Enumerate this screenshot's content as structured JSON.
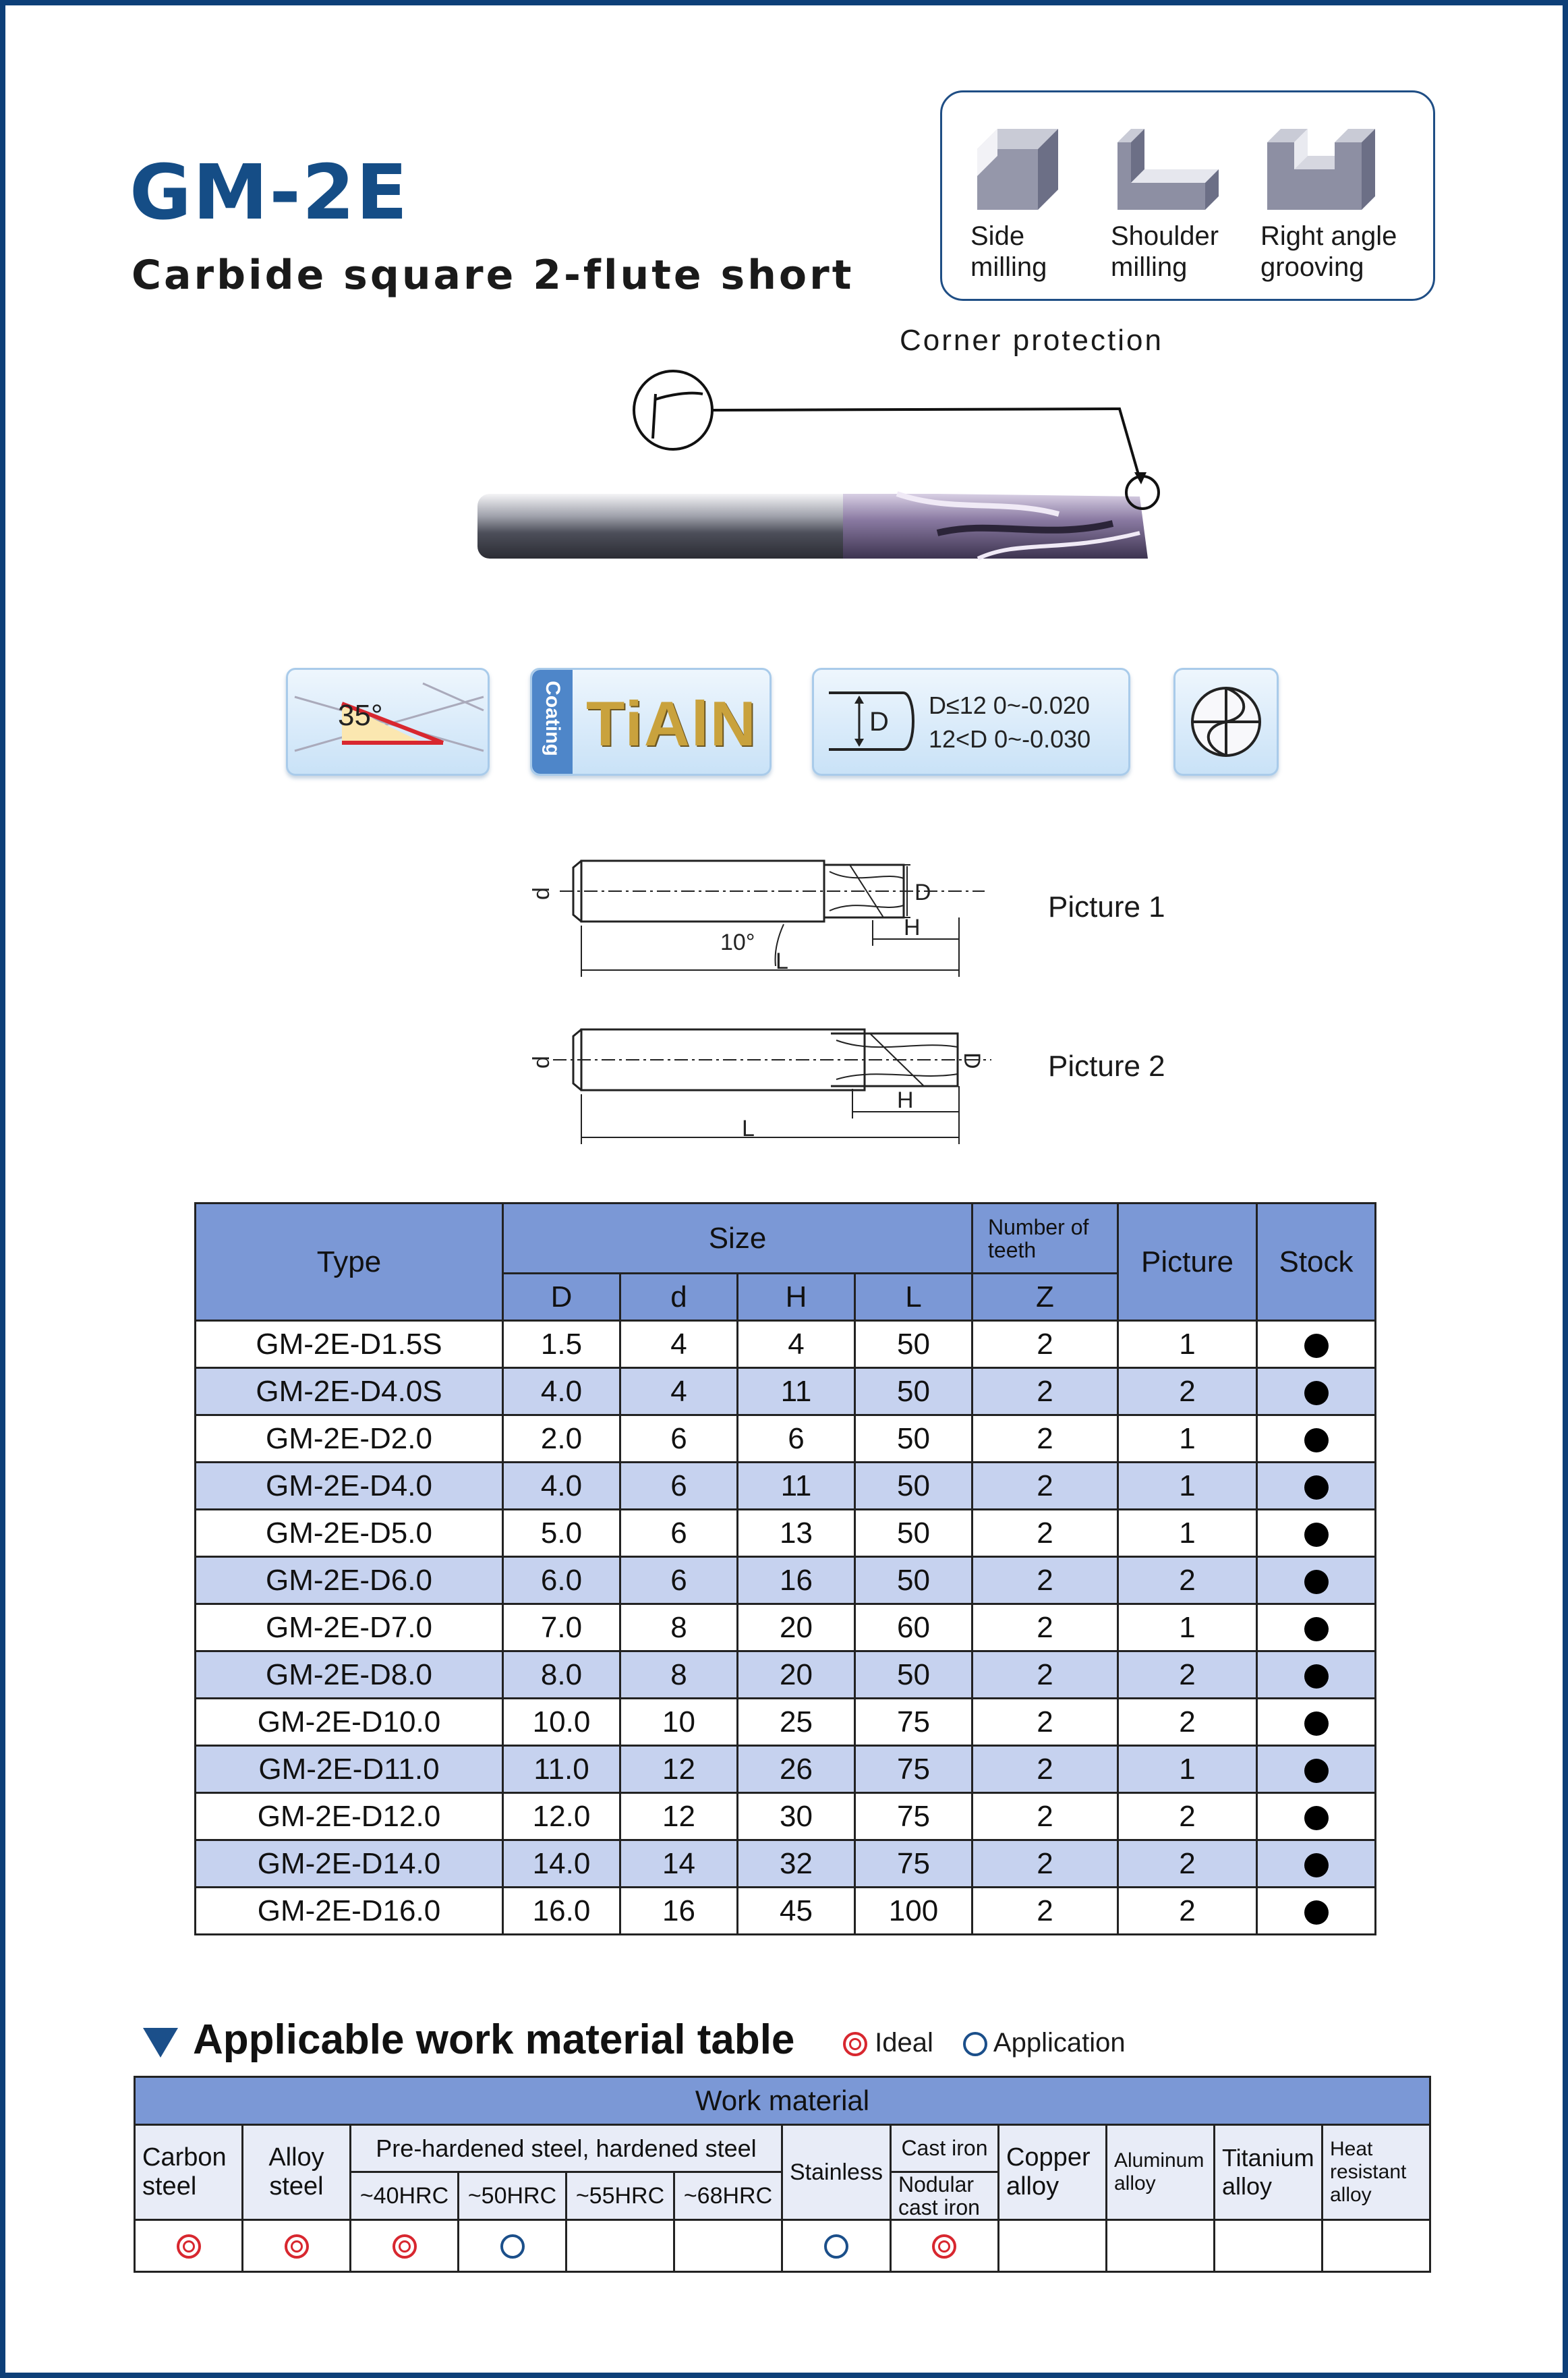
{
  "header": {
    "title": "GM-2E",
    "subtitle": "Carbide square 2-flute short"
  },
  "operations": [
    {
      "line1": "Side",
      "line2": "milling",
      "icon": "side-milling-icon"
    },
    {
      "line1": "Shoulder",
      "line2": "milling",
      "icon": "shoulder-milling-icon"
    },
    {
      "line1": "Right angle",
      "line2": "grooving",
      "icon": "right-angle-grooving-icon"
    }
  ],
  "corner_protection": "Corner protection",
  "features": {
    "helix_angle": "35°",
    "coating_label": "Coating",
    "coating_name": "TiAlN",
    "tolerance_symbol": "D",
    "tolerance_line1": "D≤12  0~-0.020",
    "tolerance_line2": "12<D  0~-0.030"
  },
  "diagrams": {
    "picture1": "Picture 1",
    "picture2": "Picture 2",
    "dim_d": "d",
    "dim_D": "D",
    "dim_H": "H",
    "dim_L": "L",
    "angle": "10°"
  },
  "spec_table": {
    "headers": {
      "type": "Type",
      "size": "Size",
      "teeth": "Number of teeth",
      "picture": "Picture",
      "stock": "Stock",
      "D": "D",
      "d": "d",
      "H": "H",
      "L": "L",
      "Z": "Z"
    },
    "rows": [
      {
        "type": "GM-2E-D1.5S",
        "D": "1.5",
        "d": "4",
        "H": "4",
        "L": "50",
        "Z": "2",
        "picture": "1",
        "stock": true
      },
      {
        "type": "GM-2E-D4.0S",
        "D": "4.0",
        "d": "4",
        "H": "11",
        "L": "50",
        "Z": "2",
        "picture": "2",
        "stock": true
      },
      {
        "type": "GM-2E-D2.0",
        "D": "2.0",
        "d": "6",
        "H": "6",
        "L": "50",
        "Z": "2",
        "picture": "1",
        "stock": true
      },
      {
        "type": "GM-2E-D4.0",
        "D": "4.0",
        "d": "6",
        "H": "11",
        "L": "50",
        "Z": "2",
        "picture": "1",
        "stock": true
      },
      {
        "type": "GM-2E-D5.0",
        "D": "5.0",
        "d": "6",
        "H": "13",
        "L": "50",
        "Z": "2",
        "picture": "1",
        "stock": true
      },
      {
        "type": "GM-2E-D6.0",
        "D": "6.0",
        "d": "6",
        "H": "16",
        "L": "50",
        "Z": "2",
        "picture": "2",
        "stock": true
      },
      {
        "type": "GM-2E-D7.0",
        "D": "7.0",
        "d": "8",
        "H": "20",
        "L": "60",
        "Z": "2",
        "picture": "1",
        "stock": true
      },
      {
        "type": "GM-2E-D8.0",
        "D": "8.0",
        "d": "8",
        "H": "20",
        "L": "50",
        "Z": "2",
        "picture": "2",
        "stock": true
      },
      {
        "type": "GM-2E-D10.0",
        "D": "10.0",
        "d": "10",
        "H": "25",
        "L": "75",
        "Z": "2",
        "picture": "2",
        "stock": true
      },
      {
        "type": "GM-2E-D11.0",
        "D": "11.0",
        "d": "12",
        "H": "26",
        "L": "75",
        "Z": "2",
        "picture": "1",
        "stock": true
      },
      {
        "type": "GM-2E-D12.0",
        "D": "12.0",
        "d": "12",
        "H": "30",
        "L": "75",
        "Z": "2",
        "picture": "2",
        "stock": true
      },
      {
        "type": "GM-2E-D14.0",
        "D": "14.0",
        "d": "14",
        "H": "32",
        "L": "75",
        "Z": "2",
        "picture": "2",
        "stock": true
      },
      {
        "type": "GM-2E-D16.0",
        "D": "16.0",
        "d": "16",
        "H": "45",
        "L": "100",
        "Z": "2",
        "picture": "2",
        "stock": true
      }
    ]
  },
  "work_material": {
    "section_title": "Applicable work material table",
    "legend_ideal": "Ideal",
    "legend_application": "Application",
    "header": "Work material",
    "columns": {
      "carbon_line1": "Carbon",
      "carbon_line2": "steel",
      "alloy_line1": "Alloy",
      "alloy_line2": "steel",
      "hardened": "Pre-hardened steel, hardened steel",
      "hrc40": "~40HRC",
      "hrc50": "~50HRC",
      "hrc55": "~55HRC",
      "hrc68": "~68HRC",
      "stainless": "Stainless",
      "cast_iron": "Cast iron",
      "nodular_line1": "Nodular",
      "nodular_line2": "cast iron",
      "copper_line1": "Copper",
      "copper_line2": "alloy",
      "aluminum_line1": "Aluminum",
      "aluminum_line2": "alloy",
      "titanium_line1": "Titanium",
      "titanium_line2": "alloy",
      "heat_line1": "Heat",
      "heat_line2": "resistant",
      "heat_line3": "alloy"
    },
    "ratings": [
      "ideal",
      "ideal",
      "ideal",
      "application",
      "",
      "",
      "application",
      "ideal",
      "",
      "",
      "",
      ""
    ]
  }
}
